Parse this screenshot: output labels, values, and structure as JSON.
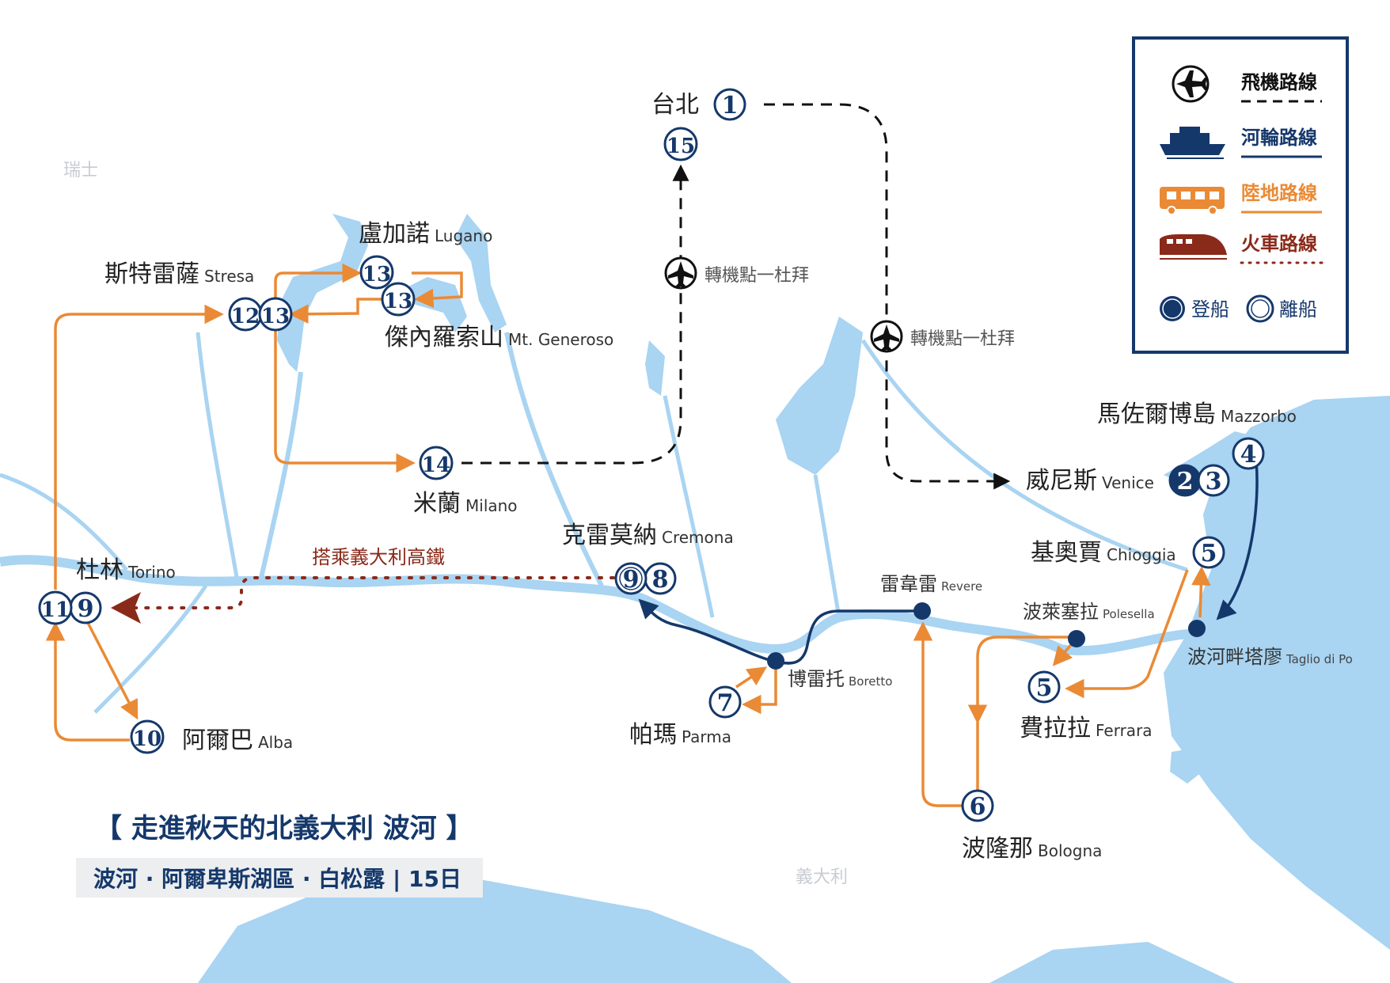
{
  "title": "【 走進秋天的北義大利 波河 】",
  "subtitle": "波河 · 阿爾卑斯湖區 · 白松露 | 15日",
  "country_labels": {
    "swiss": "瑞士",
    "italy": "義大利"
  },
  "colors": {
    "water": "#a9d4f2",
    "land_route": "#ea8a35",
    "river_route": "#15386b",
    "rail_route": "#8a2a1a",
    "flight_route": "#222222",
    "label_bar": "#eceeef"
  },
  "legend": {
    "flight": "飛機路線",
    "river": "河輪路線",
    "land": "陸地路線",
    "rail": "火車路線",
    "board": "登船",
    "disembark": "離船",
    "icons": [
      "airplane-icon",
      "ship-icon",
      "bus-icon",
      "train-icon"
    ]
  },
  "places": {
    "taipei": {
      "zh": "台北"
    },
    "lugano": {
      "zh": "盧加諾",
      "en": "Lugano"
    },
    "stresa": {
      "zh": "斯特雷薩",
      "en": "Stresa"
    },
    "generoso": {
      "zh": "傑內羅索山",
      "en": "Mt. Generoso"
    },
    "milano": {
      "zh": "米蘭",
      "en": "Milano"
    },
    "torino": {
      "zh": "杜林",
      "en": "Torino"
    },
    "alba": {
      "zh": "阿爾巴",
      "en": "Alba"
    },
    "cremona": {
      "zh": "克雷莫納",
      "en": "Cremona"
    },
    "boretto": {
      "zh": "博雷托",
      "en": "Boretto"
    },
    "parma": {
      "zh": "帕瑪",
      "en": "Parma"
    },
    "revere": {
      "zh": "雷韋雷",
      "en": "Revere"
    },
    "polesella": {
      "zh": "波萊塞拉",
      "en": "Polesella"
    },
    "ferrara": {
      "zh": "費拉拉",
      "en": "Ferrara"
    },
    "bologna": {
      "zh": "波隆那",
      "en": "Bologna"
    },
    "chioggia": {
      "zh": "基奧賈",
      "en": "Chioggia"
    },
    "taglio": {
      "zh": "波河畔塔廖",
      "en": "Taglio di Po"
    },
    "venice": {
      "zh": "威尼斯",
      "en": "Venice"
    },
    "mazzorbo": {
      "zh": "馬佐爾博島",
      "en": "Mazzorbo"
    }
  },
  "transfer_label": "轉機點一杜拜",
  "rail_label": "搭乘義大利高鐵",
  "days": [
    "1",
    "2",
    "3",
    "4",
    "5",
    "5",
    "6",
    "7",
    "8",
    "9",
    "9",
    "10",
    "11",
    "12",
    "13",
    "13",
    "13",
    "14",
    "15"
  ]
}
